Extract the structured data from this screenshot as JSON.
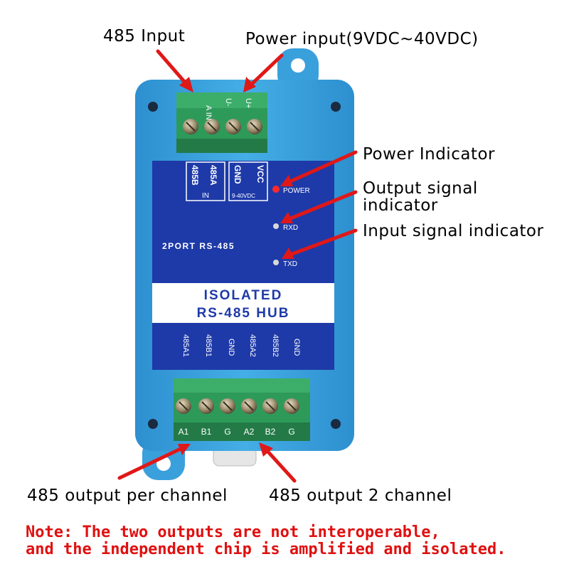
{
  "callouts": {
    "input_485": "485 Input",
    "power_input": "Power input(9VDC~40VDC)",
    "power_indicator": "Power Indicator",
    "output_signal_indicator_line1": "Output signal",
    "output_signal_indicator_line2": "indicator",
    "input_signal_indicator": "Input signal indicator",
    "output_per_channel": "485 output per channel",
    "output_2_channel": "485 output 2 channel"
  },
  "note": {
    "line1": "Note: The two outputs are not interoperable,",
    "line2": "and the independent chip is amplified and isolated."
  },
  "device": {
    "top_terminal_labels": [
      "A IN",
      "U-",
      "U+"
    ],
    "top_pin_labels": {
      "b485": "485B",
      "a485": "485A",
      "in": "IN",
      "gnd": "GND",
      "vcc": "VCC",
      "range": "9-40VDC"
    },
    "leds": {
      "power": "POWER",
      "rxd": "RXD",
      "txd": "TXD"
    },
    "port_label": "2PORT RS-485",
    "title_line1": "ISOLATED",
    "title_line2": "RS-485 HUB",
    "bottom_pin_labels": [
      "485A1",
      "485B1",
      "GND",
      "485A2",
      "485B2",
      "GND"
    ],
    "bottom_terminal_labels": [
      "A1",
      "B1",
      "G",
      "A2",
      "B2",
      "G"
    ]
  },
  "colors": {
    "case": "#3aa0dc",
    "panel": "#1e3aa8",
    "terminal": "#2e9a5a",
    "arrow": "#e01818",
    "note": "#e01010"
  }
}
